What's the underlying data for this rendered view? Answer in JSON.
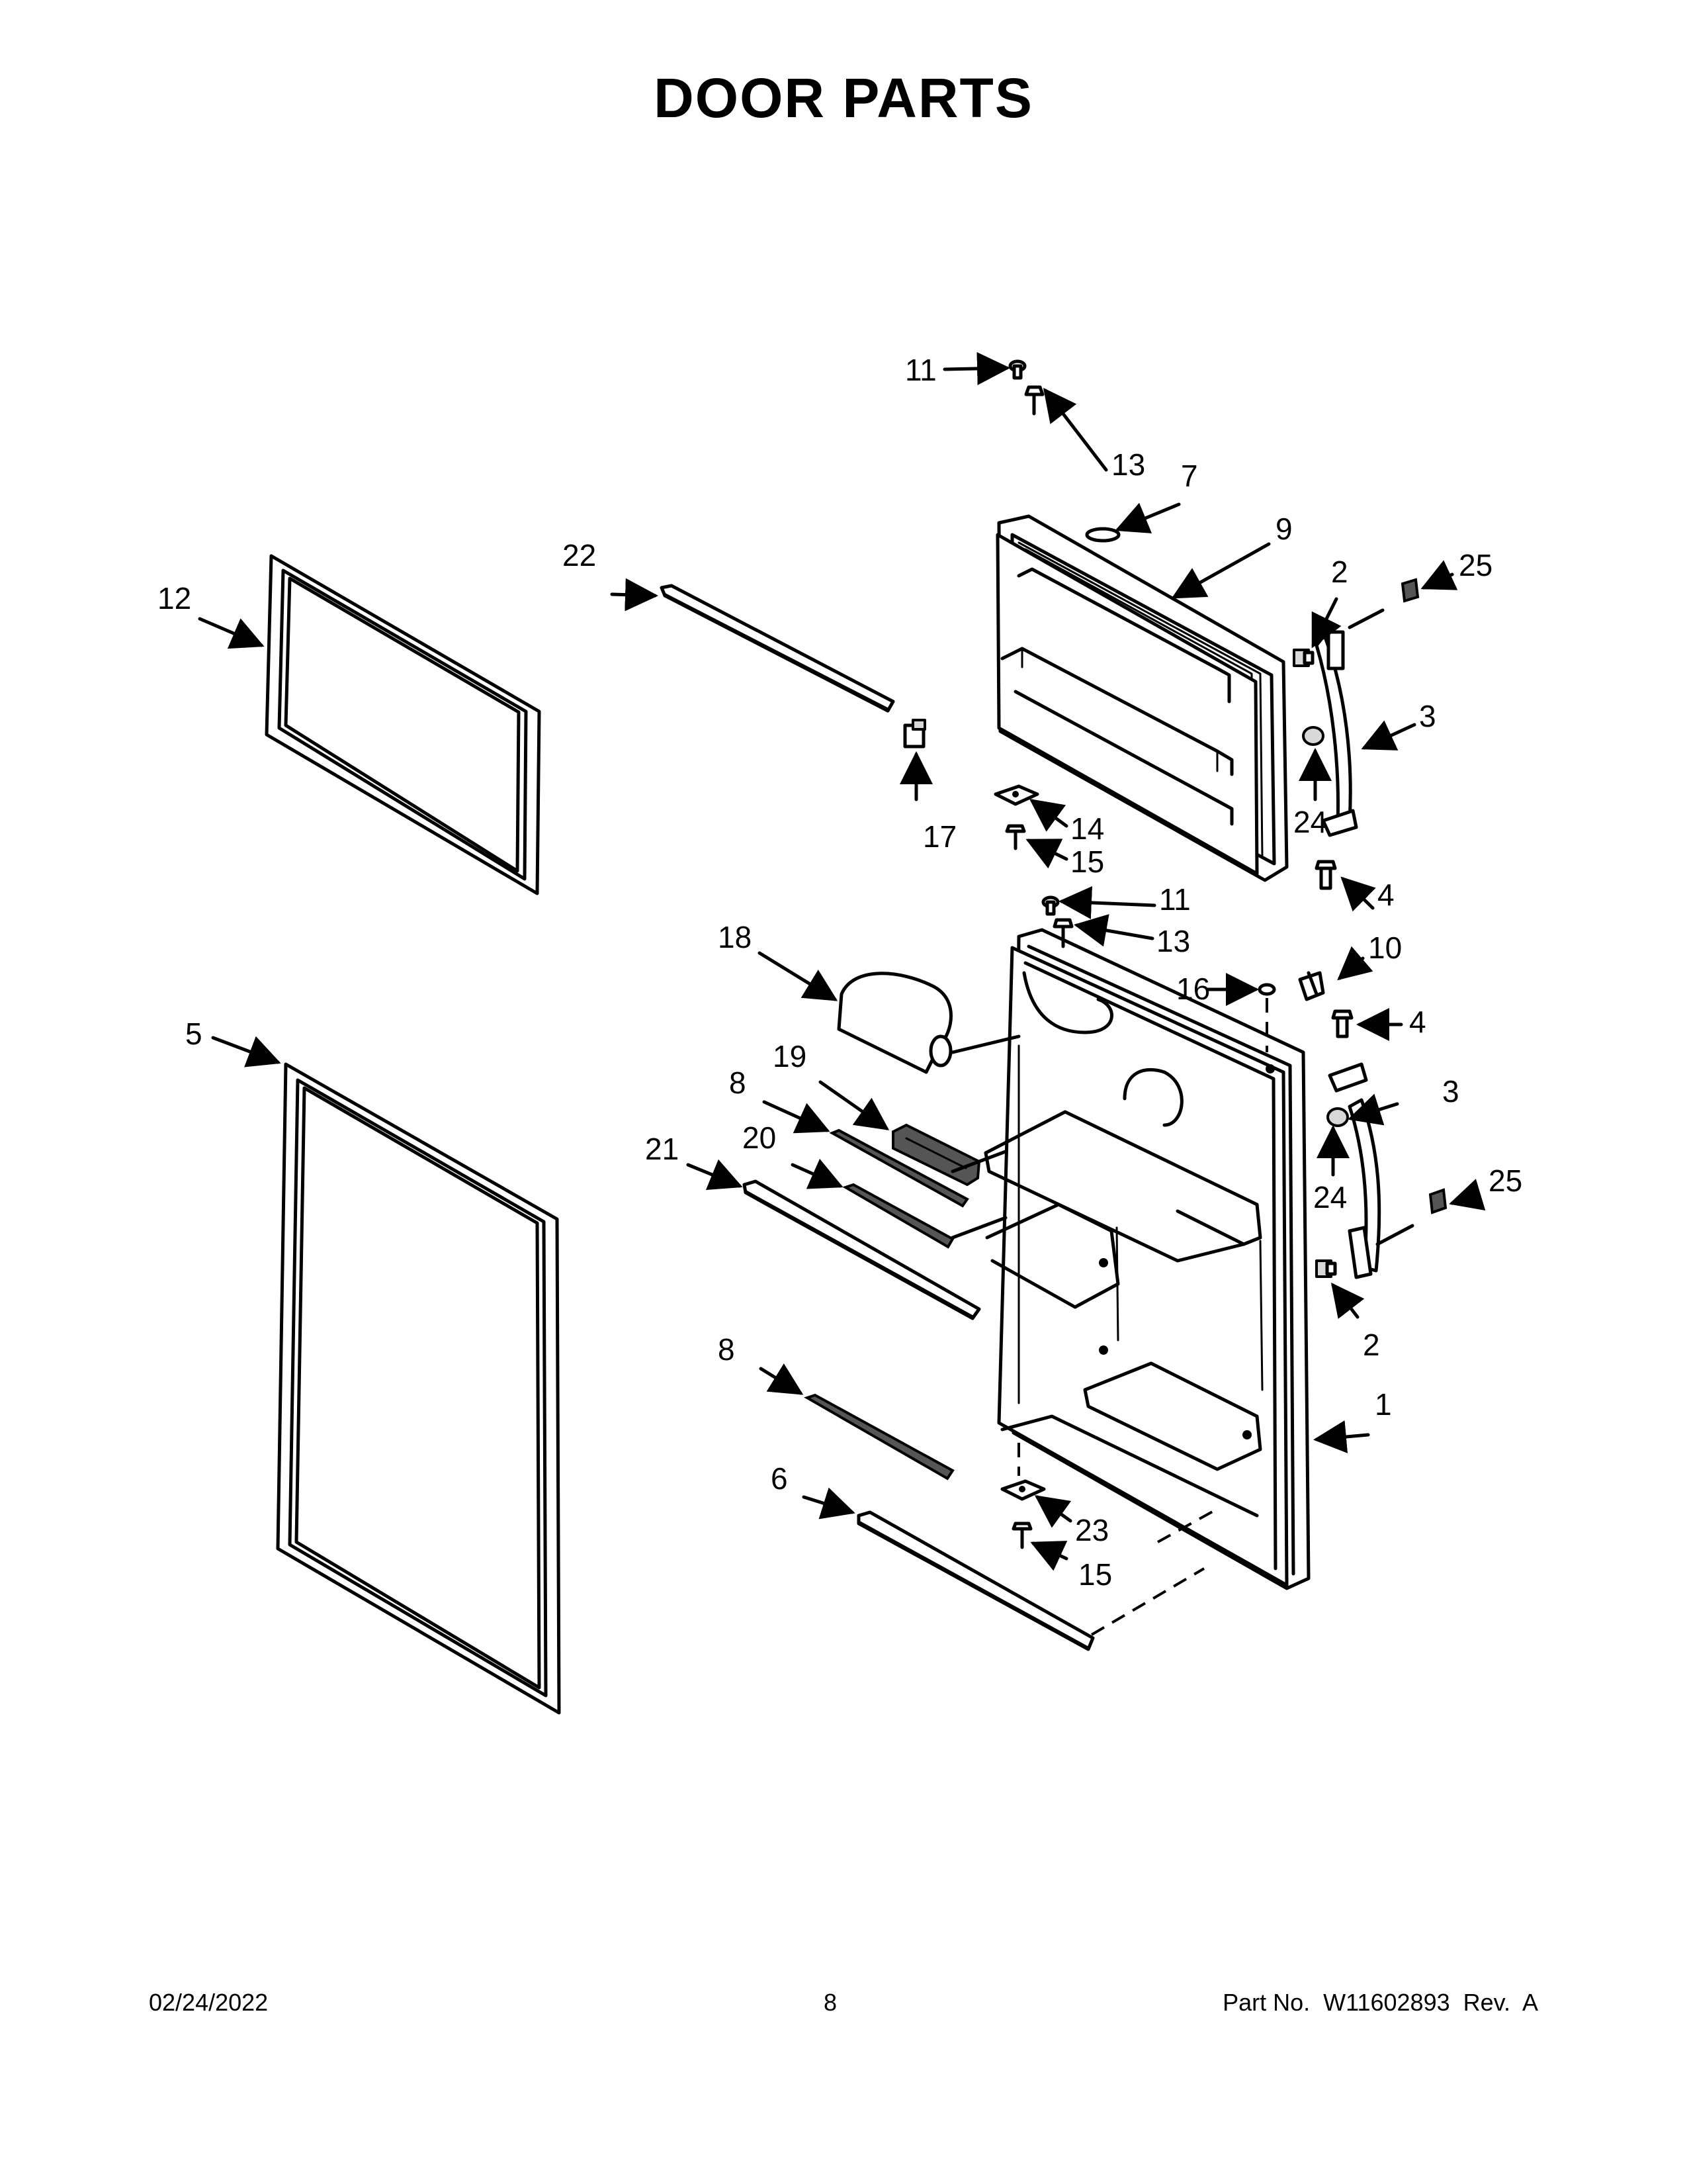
{
  "page_title": "DOOR PARTS",
  "footer": {
    "date": "02/24/2022",
    "page_number": "8",
    "part_number": "Part No.  W11602893  Rev.  A"
  },
  "callouts": {
    "c1": "1",
    "c2a": "2",
    "c2b": "2",
    "c3a": "3",
    "c3b": "3",
    "c4a": "4",
    "c4b": "4",
    "c5": "5",
    "c6": "6",
    "c7": "7",
    "c8a": "8",
    "c8b": "8",
    "c9": "9",
    "c10": "10",
    "c11a": "11",
    "c11b": "11",
    "c12": "12",
    "c13a": "13",
    "c13b": "13",
    "c14": "14",
    "c15a": "15",
    "c15b": "15",
    "c16": "16",
    "c17": "17",
    "c18": "18",
    "c19": "19",
    "c20": "20",
    "c21": "21",
    "c22": "22",
    "c23": "23",
    "c24a": "24",
    "c24b": "24",
    "c25a": "25",
    "c25b": "25"
  }
}
